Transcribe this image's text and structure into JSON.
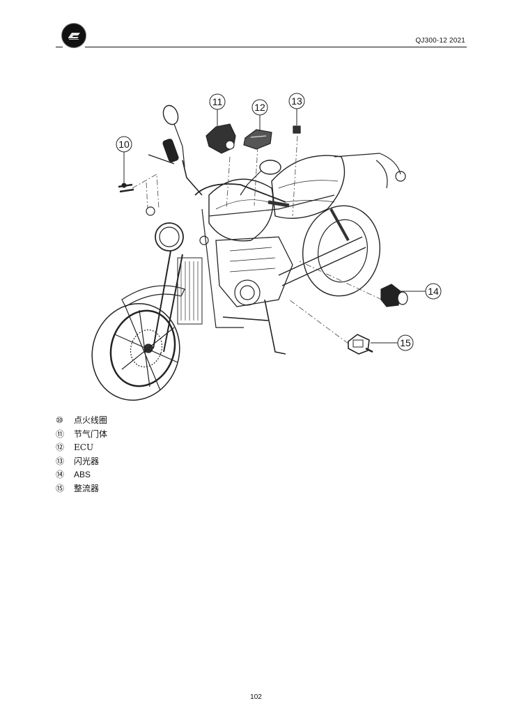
{
  "header": {
    "logo": "brand-logo-icon",
    "doc_code": "QJ300-12 2021"
  },
  "figure": {
    "callouts": [
      {
        "num": "10",
        "part": "ignition-coil"
      },
      {
        "num": "11",
        "part": "throttle-body"
      },
      {
        "num": "12",
        "part": "ecu"
      },
      {
        "num": "13",
        "part": "flasher"
      },
      {
        "num": "14",
        "part": "abs-unit"
      },
      {
        "num": "15",
        "part": "rectifier"
      }
    ]
  },
  "legend": {
    "items": [
      {
        "num": "⑩",
        "label": "点火线圈"
      },
      {
        "num": "⑪",
        "label": "节气门体"
      },
      {
        "num": "⑫",
        "label": "ECU"
      },
      {
        "num": "⑬",
        "label": "闪光器"
      },
      {
        "num": "⑭",
        "label": "ABS"
      },
      {
        "num": "⑮",
        "label": "整流器"
      }
    ]
  },
  "footer": {
    "page_number": "102"
  }
}
